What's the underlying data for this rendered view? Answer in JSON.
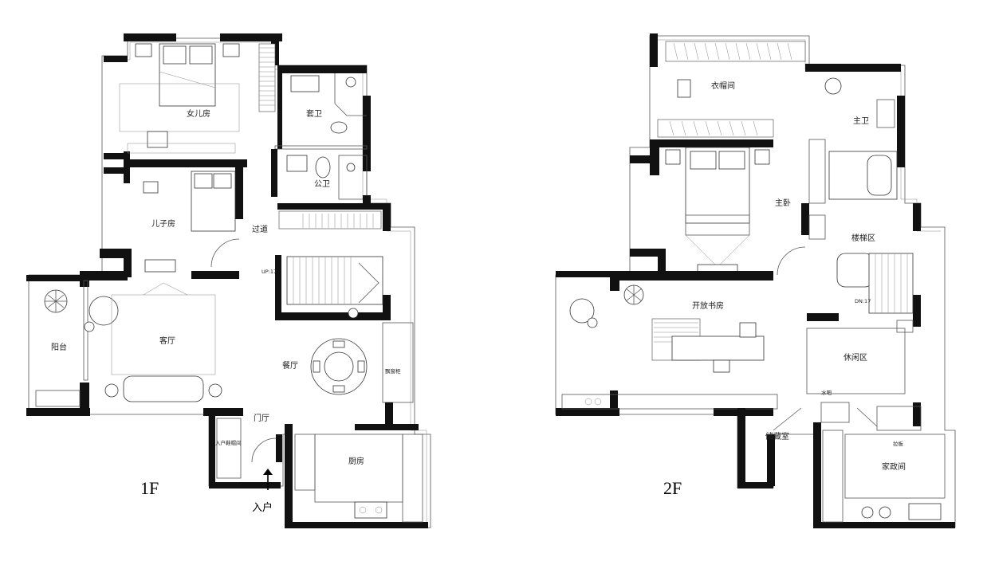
{
  "floors": {
    "first": {
      "label": "1F",
      "rooms": {
        "daughter_room": "女儿房",
        "suite_bath": "套卫",
        "public_bath": "公卫",
        "son_room": "儿子房",
        "corridor": "过道",
        "balcony": "阳台",
        "living_room": "客厅",
        "dining_room": "餐厅",
        "bay_window_cabinet": "飘窗柜",
        "foyer": "门厅",
        "entry_closet": "入户鞋帽间",
        "kitchen": "厨房"
      },
      "stair_label": "UP:17",
      "entry_label": "入户"
    },
    "second": {
      "label": "2F",
      "rooms": {
        "cloakroom": "衣帽间",
        "master_bath": "主卫",
        "master_bedroom": "主卧",
        "stair_area": "楼梯区",
        "open_study": "开放书房",
        "leisure_area": "休闲区",
        "water_bar": "水吧",
        "storage": "储藏室",
        "sliding_door": "拉板",
        "housekeeping": "家政间"
      },
      "stair_label": "DN:17"
    }
  }
}
